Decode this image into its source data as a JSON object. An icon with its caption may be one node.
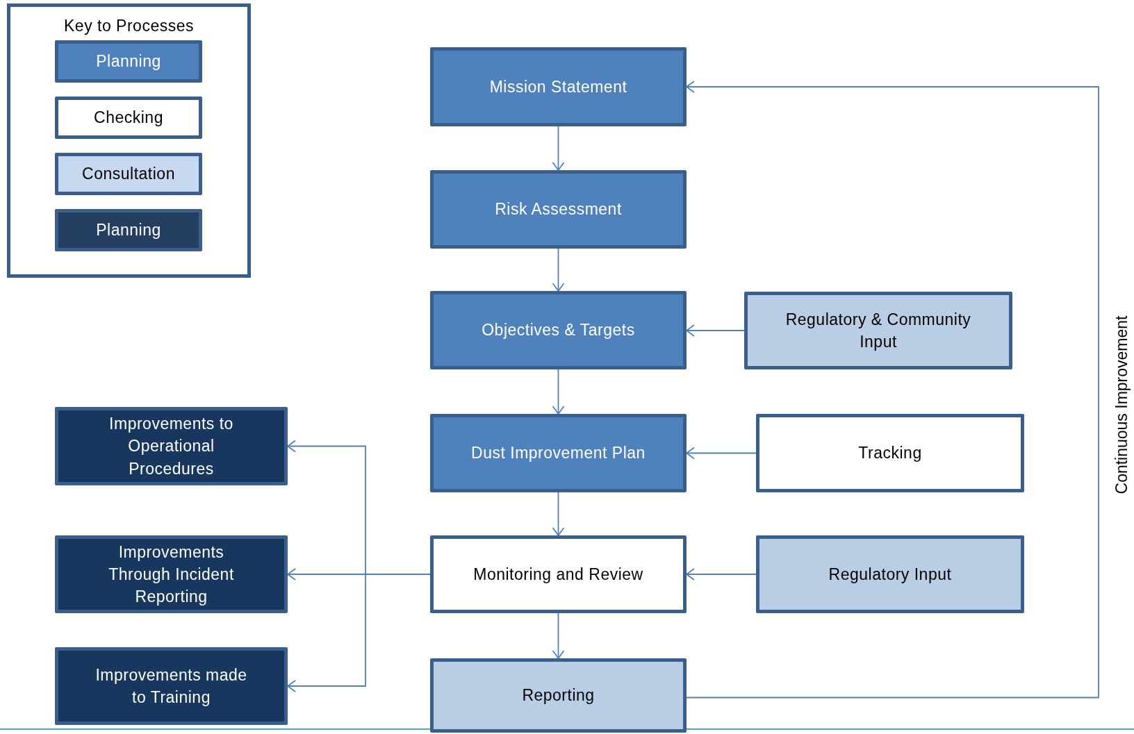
{
  "diagram": {
    "nodes": [
      {
        "text": [
          "Mission Statement"
        ]
      },
      {
        "text": [
          "Risk Assessment"
        ]
      },
      {
        "text": [
          "Objectives & Targets"
        ]
      },
      {
        "text": [
          "Regulatory & Community Input"
        ]
      },
      {
        "text": [
          "Improvements to Operational Procedures"
        ]
      },
      {
        "text": [
          "Dust Improvement Plan"
        ]
      },
      {
        "text": [
          "Tracking"
        ]
      },
      {
        "text": [
          "Improvements Through Incident Reporting"
        ]
      },
      {
        "text": [
          "Monitoring and Review"
        ]
      },
      {
        "text": [
          "Regulatory Input"
        ]
      },
      {
        "text": [
          "Improvements made to Training"
        ]
      },
      {
        "text": [
          "Reporting"
        ]
      }
    ],
    "edges": [
      {
        "from": 0,
        "to": 1,
        "arrow": "to"
      },
      {
        "from": 1,
        "to": 2,
        "arrow": "to"
      },
      {
        "from": 3,
        "to": 2,
        "arrow": "to"
      },
      {
        "from": 2,
        "to": 5,
        "arrow": "to"
      },
      {
        "from": 6,
        "to": 5,
        "arrow": "to"
      },
      {
        "from": 5,
        "to": 8,
        "arrow": "to"
      },
      {
        "from": 9,
        "to": 8,
        "arrow": "to"
      },
      {
        "from": 8,
        "to": 11,
        "arrow": "to"
      },
      {
        "from": 8,
        "to": 4,
        "arrow": "to"
      },
      {
        "from": 8,
        "to": 7,
        "arrow": "to"
      },
      {
        "from": 8,
        "to": 10,
        "arrow": "to"
      },
      {
        "from": 11,
        "to": 0,
        "arrow": "to",
        "label": "Continuous Improvement"
      }
    ],
    "labels": [
      "Key to Processes"
    ],
    "legend": [
      {
        "text": "Planning",
        "color": "#4f81bd"
      },
      {
        "text": "Checking",
        "color": "#ffffff"
      },
      {
        "text": "Consultation",
        "color": "#c6d9f1"
      },
      {
        "text": "Planning",
        "color": "#243f60"
      }
    ]
  }
}
